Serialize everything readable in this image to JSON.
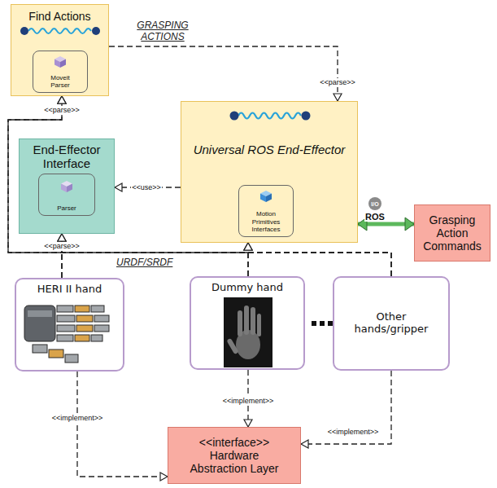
{
  "diagram": {
    "nodes": [
      {
        "text": [
          "Find Actions"
        ]
      },
      {
        "text": [
          "Moveit Parser"
        ],
        "in": 0
      },
      {
        "text": [
          "End-Effector Interface"
        ]
      },
      {
        "text": [
          "Parser"
        ],
        "in": 2
      },
      {
        "text": [
          "Universal ROS End-Effector"
        ]
      },
      {
        "text": [
          "Motion Primitives Interfaces"
        ],
        "in": 4
      },
      {
        "text": [
          "Grasping Action Commands"
        ]
      },
      {
        "text": [
          "HERI II hand"
        ]
      },
      {
        "text": [
          "Dummy hand"
        ]
      },
      {
        "text": [
          "Other hands/gripper"
        ]
      },
      {
        "text": [
          "<<interface>> Hardware Abstraction Layer"
        ]
      }
    ],
    "edges": [
      {
        "from": 0,
        "to": 4,
        "arrow": "to",
        "label": "<<parse>>"
      },
      {
        "from": 4,
        "to": 2,
        "arrow": "to",
        "label": "<<use>>"
      },
      {
        "from": 4,
        "to": 6,
        "arrow": "both",
        "label": "ROS"
      },
      {
        "from": 7,
        "to": 2,
        "arrow": "to",
        "label": "<<parse>>"
      },
      {
        "from": 8,
        "to": 2,
        "arrow": "to"
      },
      {
        "from": 9,
        "to": 2,
        "arrow": "to"
      },
      {
        "from": 7,
        "to": 4,
        "arrow": "to"
      },
      {
        "from": 8,
        "to": 4,
        "arrow": "to"
      },
      {
        "from": 9,
        "to": 4,
        "arrow": "to"
      },
      {
        "from": 7,
        "to": 0,
        "arrow": "to",
        "label": "<<parse>>"
      },
      {
        "from": 8,
        "to": 0,
        "arrow": "to"
      },
      {
        "from": 9,
        "to": 0,
        "arrow": "to"
      },
      {
        "from": 7,
        "to": 10,
        "arrow": "to",
        "label": "<<implement>>"
      },
      {
        "from": 8,
        "to": 10,
        "arrow": "to",
        "label": "<<implement>>"
      },
      {
        "from": 9,
        "to": 10,
        "arrow": "to",
        "label": "<<implement>>"
      }
    ],
    "labels": [
      "GRASPING ACTIONS",
      "URDF/SRDF",
      "I/O"
    ]
  }
}
